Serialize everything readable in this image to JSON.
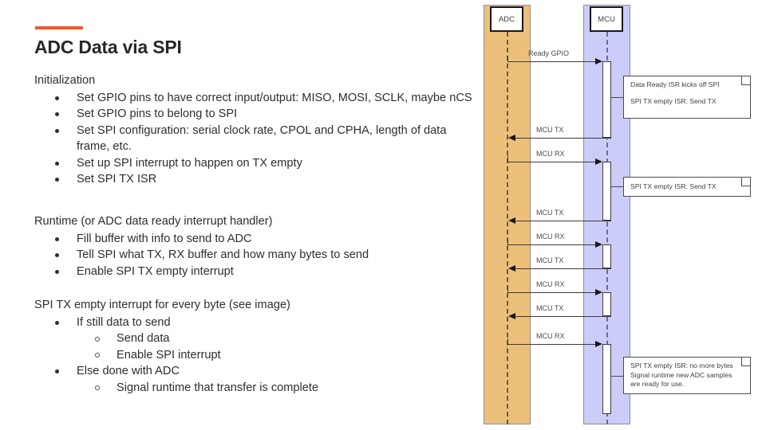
{
  "slide": {
    "accent_color": "#f15a29",
    "title": "ADC Data via SPI",
    "sections": [
      {
        "heading": "Initialization",
        "items": [
          {
            "text": "Set GPIO pins to have correct input/output: MISO, MOSI, SCLK, maybe nCS",
            "sub": []
          },
          {
            "text": "Set GPIO pins to belong to SPI",
            "sub": []
          },
          {
            "text": "Set SPI configuration: serial clock rate, CPOL and CPHA, length of data frame, etc.",
            "sub": []
          },
          {
            "text": "Set up SPI interrupt to happen on TX empty",
            "sub": []
          },
          {
            "text": "Set SPI TX ISR",
            "sub": []
          }
        ]
      },
      {
        "heading": "Runtime (or ADC data ready interrupt handler)",
        "items": [
          {
            "text": "Fill buffer with info to send to ADC",
            "sub": []
          },
          {
            "text": "Tell SPI what TX, RX buffer and how many bytes to send",
            "sub": []
          },
          {
            "text": "Enable SPI TX empty interrupt",
            "sub": []
          }
        ]
      },
      {
        "heading": "SPI TX empty interrupt for every byte (see image)",
        "items": [
          {
            "text": "If still data to send",
            "sub": [
              "Send data",
              "Enable SPI interrupt"
            ]
          },
          {
            "text": "Else done with ADC",
            "sub": [
              "Signal runtime that transfer is complete"
            ]
          }
        ]
      }
    ]
  },
  "diagram": {
    "type": "sequence",
    "colors": {
      "adc_lane": "#ecc07a",
      "mcu_lane": "#ccccf9",
      "lane_border": "#8c8c9e",
      "line": "#3b3b3b"
    },
    "lifelines": [
      {
        "name": "ADC",
        "label": "ADC"
      },
      {
        "name": "MCU",
        "label": "MCU"
      }
    ],
    "messages": [
      {
        "label": "Ready GPIO",
        "from": "ADC",
        "to": "MCU",
        "direction": "right"
      },
      {
        "label": "MCU TX",
        "from": "MCU",
        "to": "ADC",
        "direction": "left"
      },
      {
        "label": "MCU RX",
        "from": "ADC",
        "to": "MCU",
        "direction": "right"
      },
      {
        "label": "MCU TX",
        "from": "MCU",
        "to": "ADC",
        "direction": "left"
      },
      {
        "label": "MCU RX",
        "from": "ADC",
        "to": "MCU",
        "direction": "right"
      },
      {
        "label": "MCU TX",
        "from": "MCU",
        "to": "ADC",
        "direction": "left"
      },
      {
        "label": "MCU RX",
        "from": "ADC",
        "to": "MCU",
        "direction": "right"
      },
      {
        "label": "MCU TX",
        "from": "MCU",
        "to": "ADC",
        "direction": "left"
      },
      {
        "label": "MCU RX",
        "from": "ADC",
        "to": "MCU",
        "direction": "right"
      }
    ],
    "notes": [
      {
        "lines": [
          "Data Ready ISR kicks off SPI",
          "SPI TX empty ISR: Send TX"
        ]
      },
      {
        "lines": [
          "SPI TX empty ISR: Send TX"
        ]
      },
      {
        "lines": [
          "SPI TX empty ISR: no more bytes",
          "Signal runtime new ADC samples",
          "are ready for use."
        ]
      }
    ]
  }
}
